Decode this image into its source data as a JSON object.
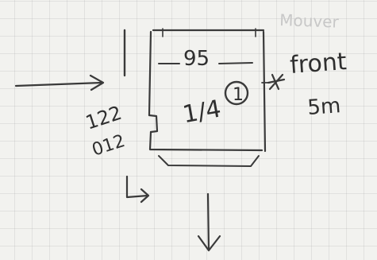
{
  "sketch": {
    "width_label": "95",
    "height_label_line1": "122",
    "height_label_line2": "012",
    "fraction_label": "1/4",
    "circled_number": "1",
    "side_note_line1": "front",
    "side_note_line2": "5m",
    "faint_note": "Mouver"
  },
  "colors": {
    "paper": "#f2f2ef",
    "grid": "#d6d6d3",
    "ink": "#3a3a3a",
    "faint_ink": "#c8c8c8"
  }
}
